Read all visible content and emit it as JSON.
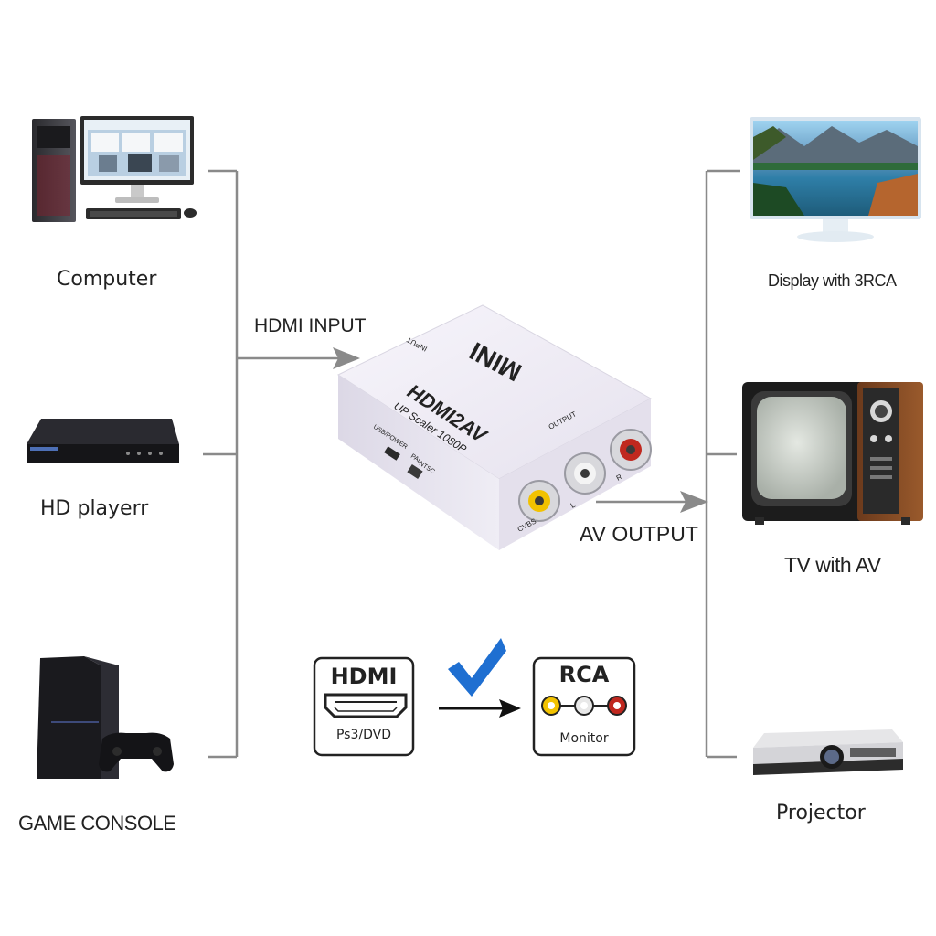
{
  "inputs": {
    "computer": "Computer",
    "hd_player": "HD playerr",
    "game_console": "GAME CONSOLE"
  },
  "outputs": {
    "display": "Display with 3RCA",
    "tv": "TV with AV",
    "projector": "Projector"
  },
  "flow": {
    "hdmi_input": "HDMI INPUT",
    "av_output": "AV OUTPUT"
  },
  "device": {
    "brand": "MINI",
    "model": "HDMI2AV",
    "subtitle": "UP Scaler 1080P",
    "input_port": "INPUT",
    "output_port": "OUTPUT",
    "usb_power": "USB/POWER",
    "pal": "PAL",
    "ntsc": "NTSC",
    "cvbs": "CVBS",
    "left": "L",
    "right": "R"
  },
  "legend": {
    "hdmi_title": "HDMI",
    "hdmi_sub": "Ps3/DVD",
    "rca_title": "RCA",
    "rca_sub": "Monitor"
  },
  "colors": {
    "line": "#8a8a8a",
    "check": "#1f6fd1",
    "rca_yellow": "#f2c200",
    "rca_white": "#e8e8e8",
    "rca_red": "#c0281f"
  }
}
